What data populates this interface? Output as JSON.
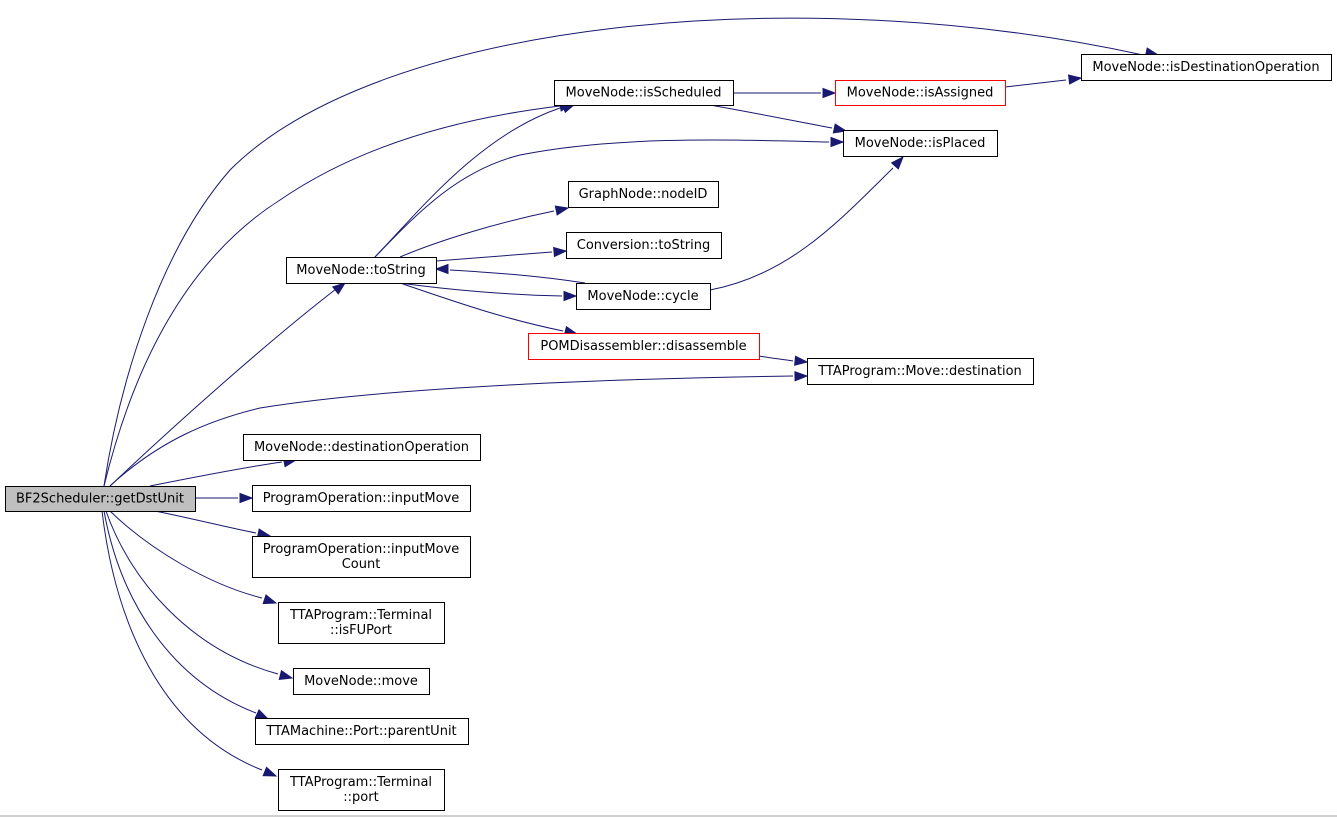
{
  "graph": {
    "colors": {
      "edge": "#191970",
      "root_fill": "#bfbfbf",
      "node_fill": "#ffffff",
      "node_border": "#000000",
      "truncated_border": "#ff0000"
    },
    "nodes": [
      {
        "id": "bf2scheduler-getdstunit",
        "lines": [
          "BF2Scheduler::getDstUnit"
        ],
        "style": "root"
      },
      {
        "id": "movenode-tostring",
        "lines": [
          "MoveNode::toString"
        ],
        "style": "normal"
      },
      {
        "id": "movenode-isscheduled",
        "lines": [
          "MoveNode::isScheduled"
        ],
        "style": "normal"
      },
      {
        "id": "movenode-isassigned",
        "lines": [
          "MoveNode::isAssigned"
        ],
        "style": "truncated"
      },
      {
        "id": "movenode-isdestinationoperation",
        "lines": [
          "MoveNode::isDestinationOperation"
        ],
        "style": "normal"
      },
      {
        "id": "movenode-isplaced",
        "lines": [
          "MoveNode::isPlaced"
        ],
        "style": "normal"
      },
      {
        "id": "graphnode-nodeid",
        "lines": [
          "GraphNode::nodeID"
        ],
        "style": "normal"
      },
      {
        "id": "conversion-tostring",
        "lines": [
          "Conversion::toString"
        ],
        "style": "normal"
      },
      {
        "id": "movenode-cycle",
        "lines": [
          "MoveNode::cycle"
        ],
        "style": "normal"
      },
      {
        "id": "pomdisassembler-disassemble",
        "lines": [
          "POMDisassembler::disassemble"
        ],
        "style": "truncated"
      },
      {
        "id": "ttaprogram-move-destination",
        "lines": [
          "TTAProgram::Move::destination"
        ],
        "style": "normal"
      },
      {
        "id": "movenode-destinationoperation",
        "lines": [
          "MoveNode::destinationOperation"
        ],
        "style": "normal"
      },
      {
        "id": "programoperation-inputmove",
        "lines": [
          "ProgramOperation::inputMove"
        ],
        "style": "normal"
      },
      {
        "id": "programoperation-inputmovecount",
        "lines": [
          "ProgramOperation::inputMove",
          "Count"
        ],
        "style": "normal"
      },
      {
        "id": "ttaprogram-terminal-isfuport",
        "lines": [
          "TTAProgram::Terminal",
          "::isFUPort"
        ],
        "style": "normal"
      },
      {
        "id": "movenode-move",
        "lines": [
          "MoveNode::move"
        ],
        "style": "normal"
      },
      {
        "id": "ttamachine-port-parentunit",
        "lines": [
          "TTAMachine::Port::parentUnit"
        ],
        "style": "normal"
      },
      {
        "id": "ttaprogram-terminal-port",
        "lines": [
          "TTAProgram::Terminal",
          "::port"
        ],
        "style": "normal"
      }
    ],
    "edges": [
      {
        "from": "bf2scheduler-getdstunit",
        "to": "movenode-isdestinationoperation"
      },
      {
        "from": "bf2scheduler-getdstunit",
        "to": "movenode-isscheduled"
      },
      {
        "from": "bf2scheduler-getdstunit",
        "to": "movenode-tostring"
      },
      {
        "from": "bf2scheduler-getdstunit",
        "to": "ttaprogram-move-destination"
      },
      {
        "from": "bf2scheduler-getdstunit",
        "to": "movenode-destinationoperation"
      },
      {
        "from": "bf2scheduler-getdstunit",
        "to": "programoperation-inputmove"
      },
      {
        "from": "bf2scheduler-getdstunit",
        "to": "programoperation-inputmovecount"
      },
      {
        "from": "bf2scheduler-getdstunit",
        "to": "ttaprogram-terminal-isfuport"
      },
      {
        "from": "bf2scheduler-getdstunit",
        "to": "movenode-move"
      },
      {
        "from": "bf2scheduler-getdstunit",
        "to": "ttamachine-port-parentunit"
      },
      {
        "from": "bf2scheduler-getdstunit",
        "to": "ttaprogram-terminal-port"
      },
      {
        "from": "movenode-isscheduled",
        "to": "movenode-isassigned"
      },
      {
        "from": "movenode-isscheduled",
        "to": "movenode-isplaced"
      },
      {
        "from": "movenode-isassigned",
        "to": "movenode-isdestinationoperation"
      },
      {
        "from": "movenode-tostring",
        "to": "movenode-isscheduled"
      },
      {
        "from": "movenode-tostring",
        "to": "movenode-isplaced"
      },
      {
        "from": "movenode-tostring",
        "to": "graphnode-nodeid"
      },
      {
        "from": "movenode-tostring",
        "to": "conversion-tostring"
      },
      {
        "from": "movenode-tostring",
        "to": "movenode-cycle"
      },
      {
        "from": "movenode-tostring",
        "to": "pomdisassembler-disassemble"
      },
      {
        "from": "movenode-cycle",
        "to": "movenode-tostring"
      },
      {
        "from": "movenode-cycle",
        "to": "movenode-isplaced"
      },
      {
        "from": "pomdisassembler-disassemble",
        "to": "ttaprogram-move-destination"
      }
    ]
  }
}
